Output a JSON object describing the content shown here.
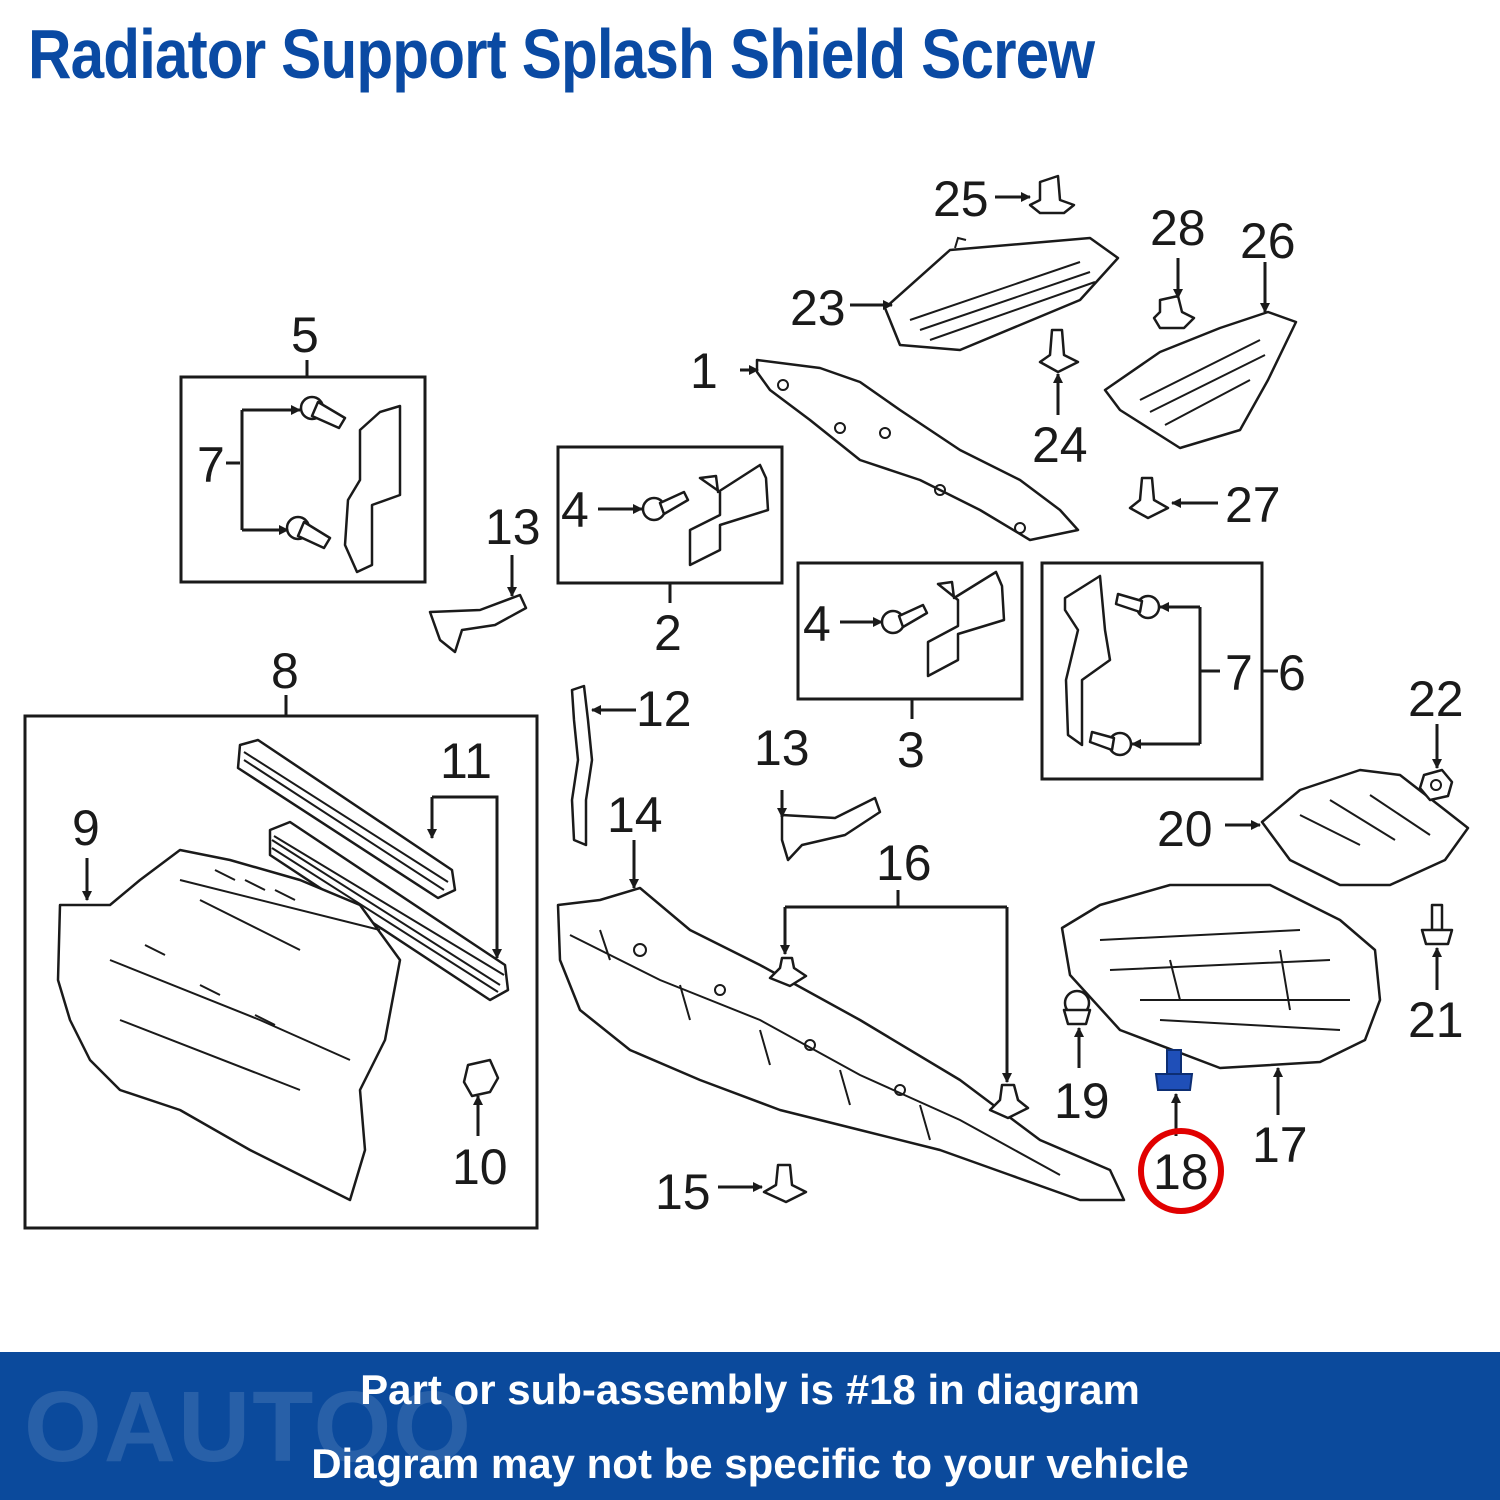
{
  "title": "Radiator Support Splash Shield Screw",
  "highlight_color": "#e10000",
  "brand_color": "#0b4a9c",
  "highlighted_part": "18",
  "callouts": {
    "c1": "1",
    "c2": "2",
    "c3": "3",
    "c4a": "4",
    "c4b": "4",
    "c5": "5",
    "c6": "6",
    "c7a": "7",
    "c7b": "7",
    "c8": "8",
    "c9": "9",
    "c10": "10",
    "c11": "11",
    "c12": "12",
    "c13a": "13",
    "c13b": "13",
    "c14": "14",
    "c15": "15",
    "c16": "16",
    "c17": "17",
    "c18": "18",
    "c19": "19",
    "c20": "20",
    "c21": "21",
    "c22": "22",
    "c23": "23",
    "c24": "24",
    "c25": "25",
    "c26": "26",
    "c27": "27",
    "c28": "28"
  },
  "banner": {
    "watermark": "OAUTOO",
    "line1": "Part or sub-assembly is #18 in diagram",
    "line2": "Diagram may not be specific to your vehicle"
  }
}
